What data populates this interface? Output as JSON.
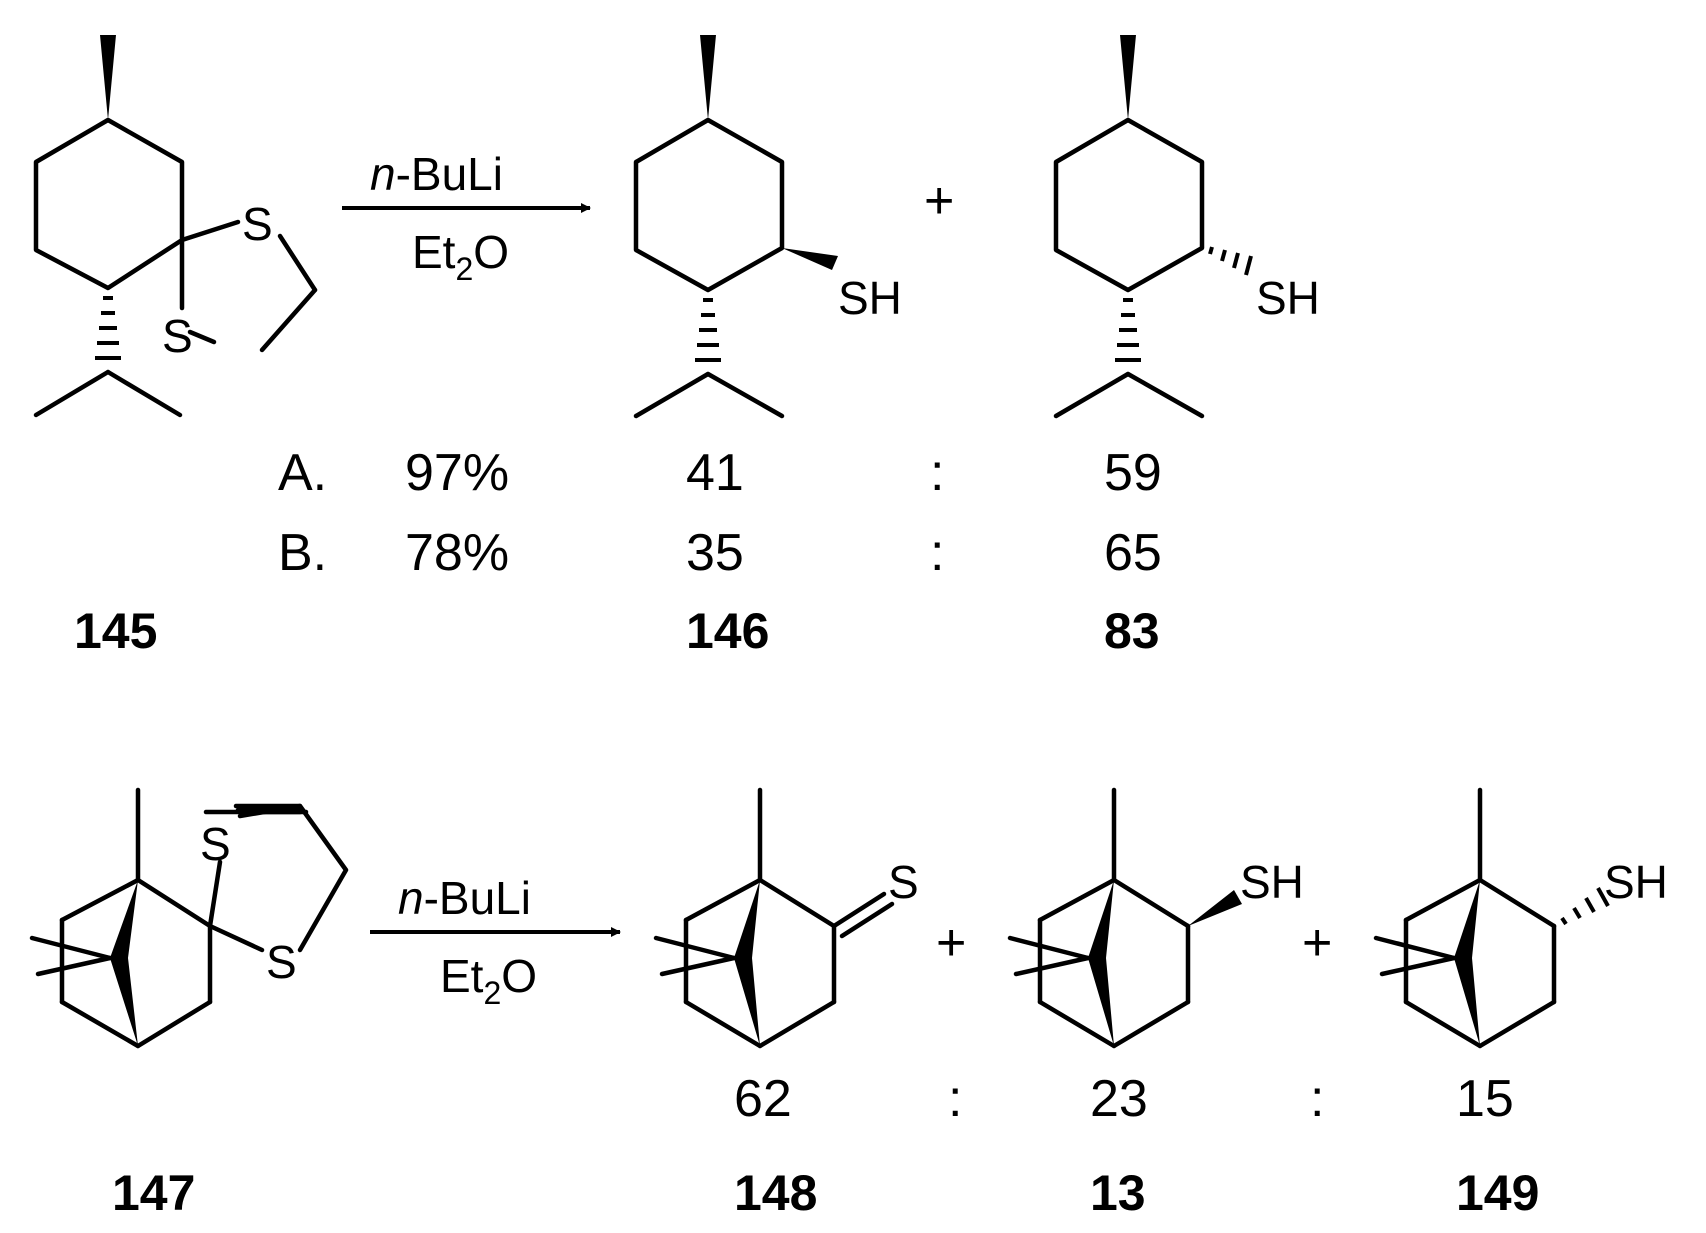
{
  "reaction1": {
    "reagent_top": "-BuLi",
    "reagent_prefix": "n",
    "reagent_bottom_main": "Et",
    "reagent_bottom_sub": "2",
    "reagent_bottom_end": "O",
    "plus": "+",
    "atom_S": "S",
    "atom_SH": "SH",
    "conditions": [
      {
        "label": "A.",
        "yield": "97%",
        "ratio_left": "41",
        "sep": ":",
        "ratio_right": "59"
      },
      {
        "label": "B.",
        "yield": "78%",
        "ratio_left": "35",
        "sep": ":",
        "ratio_right": "65"
      }
    ],
    "compounds": {
      "start": "145",
      "product1": "146",
      "product2": "83"
    }
  },
  "reaction2": {
    "reagent_top": "-BuLi",
    "reagent_prefix": "n",
    "reagent_bottom_main": "Et",
    "reagent_bottom_sub": "2",
    "reagent_bottom_end": "O",
    "plus": "+",
    "atom_S": "S",
    "atom_SH": "SH",
    "ratios": [
      "62",
      "23",
      "15"
    ],
    "sep": ":",
    "compounds": {
      "start": "147",
      "product1": "148",
      "product2": "13",
      "product3": "149"
    }
  }
}
